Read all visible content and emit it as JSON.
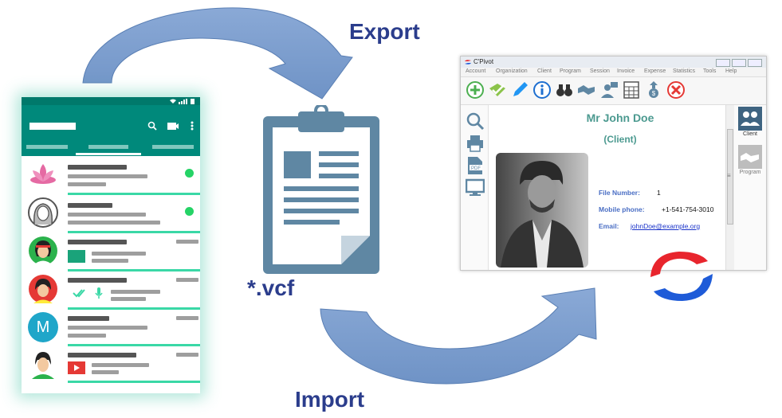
{
  "labels": {
    "export": "Export",
    "import": "Import",
    "file_ext": "*.vcf"
  },
  "app": {
    "title": "C'Pivot",
    "menu": [
      "Account",
      "Organization",
      "Client",
      "Program",
      "Session",
      "Invoice",
      "Expense",
      "Statistics",
      "Tools",
      "Help"
    ],
    "contact_name": "Mr John Doe",
    "contact_type": "(Client)",
    "fields": [
      {
        "label": "File Number:",
        "value": "1"
      },
      {
        "label": "Mobile phone:",
        "value": "+1-541-754-3010"
      },
      {
        "label": "Email:",
        "value": "johnDoe@example.org"
      }
    ],
    "side_tabs": [
      {
        "label": "Client"
      },
      {
        "label": "Program"
      }
    ],
    "pdf_label": "PDF",
    "scroll_marker": "≡"
  },
  "phone": {
    "avatar_letter": "M"
  },
  "colors": {
    "label_blue": "#2b3d8c",
    "arrow_fill": "#7a9ccc",
    "clipboard": "#5f87a3",
    "phone_teal": "#00897b",
    "logo_red": "#e8252d",
    "logo_blue": "#1e5bd8"
  }
}
